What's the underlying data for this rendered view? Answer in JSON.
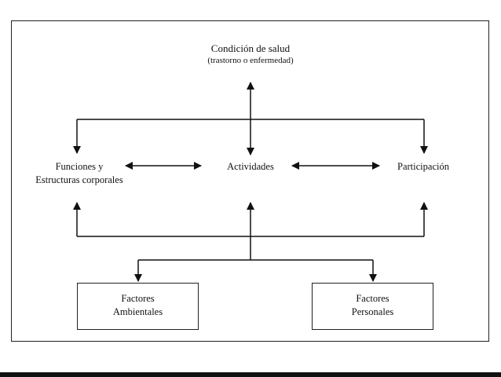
{
  "diagram": {
    "health_condition": {
      "title": "Condición de salud",
      "subtitle": "(trastorno o enfermedad)"
    },
    "body_functions": {
      "line1": "Funciones y",
      "line2": "Estructuras corporales"
    },
    "activities": "Actividades",
    "participation": "Participación",
    "environmental_factors": {
      "line1": "Factores",
      "line2": "Ambientales"
    },
    "personal_factors": {
      "line1": "Factores",
      "line2": "Personales"
    }
  }
}
